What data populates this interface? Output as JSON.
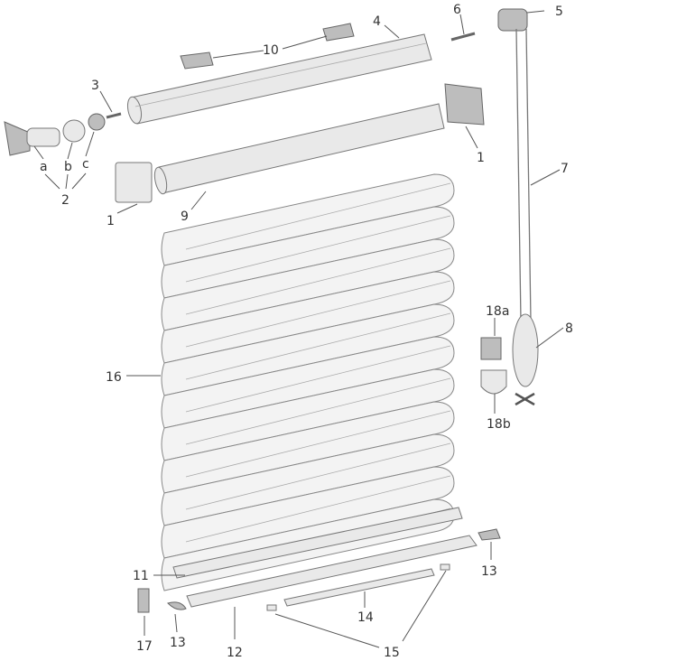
{
  "diagram": {
    "title": "Exploded view of roller shade parts",
    "slat_count": 11,
    "labels": [
      {
        "id": "10",
        "text": "10"
      },
      {
        "id": "4",
        "text": "4"
      },
      {
        "id": "6",
        "text": "6"
      },
      {
        "id": "5",
        "text": "5"
      },
      {
        "id": "3",
        "text": "3"
      },
      {
        "id": "a",
        "text": "a"
      },
      {
        "id": "b",
        "text": "b"
      },
      {
        "id": "c",
        "text": "c"
      },
      {
        "id": "2",
        "text": "2"
      },
      {
        "id": "1-right",
        "text": "1"
      },
      {
        "id": "1-left",
        "text": "1"
      },
      {
        "id": "9",
        "text": "9"
      },
      {
        "id": "7",
        "text": "7"
      },
      {
        "id": "18a",
        "text": "18a"
      },
      {
        "id": "8",
        "text": "8"
      },
      {
        "id": "18b",
        "text": "18b"
      },
      {
        "id": "16",
        "text": "16"
      },
      {
        "id": "11",
        "text": "11"
      },
      {
        "id": "13-right",
        "text": "13"
      },
      {
        "id": "13-left",
        "text": "13"
      },
      {
        "id": "14",
        "text": "14"
      },
      {
        "id": "17",
        "text": "17"
      },
      {
        "id": "12",
        "text": "12"
      },
      {
        "id": "15",
        "text": "15"
      }
    ]
  }
}
